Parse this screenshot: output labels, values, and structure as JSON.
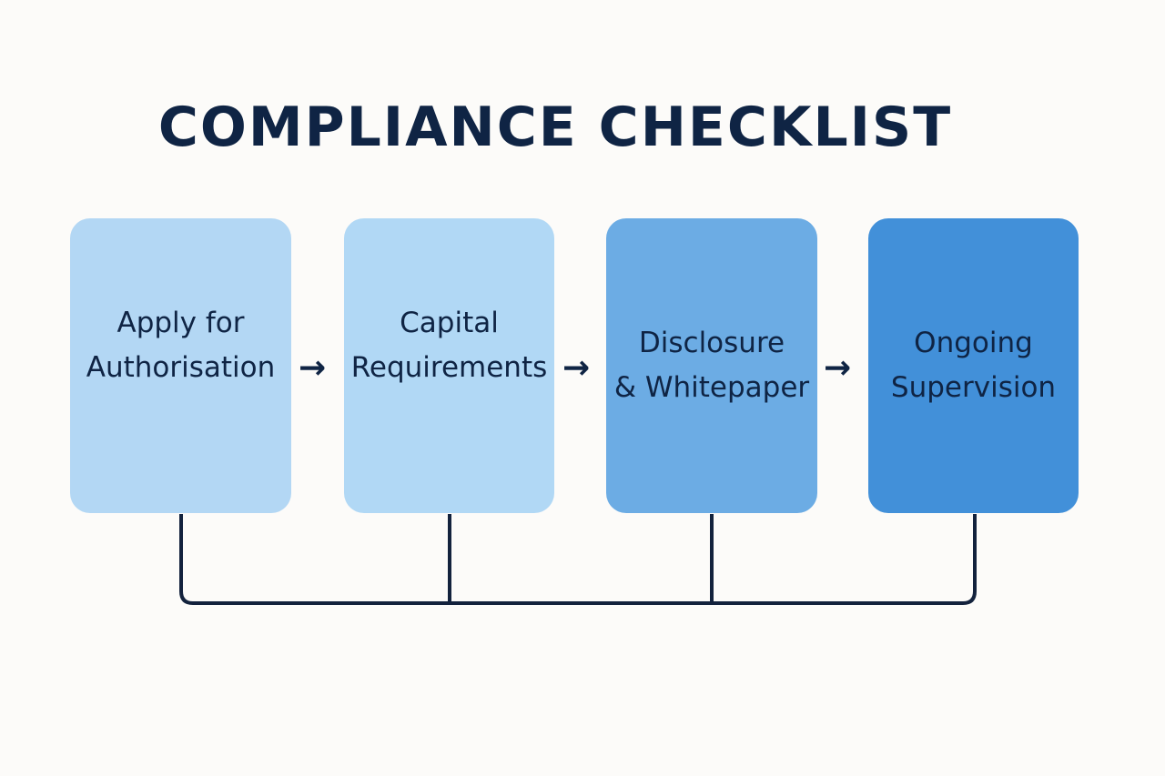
{
  "title": "COMPLIANCE CHECKLIST",
  "steps": [
    {
      "label": "Apply for\nAuthorisation",
      "color": "#b3d7f4"
    },
    {
      "label": "Capital\nRequirements",
      "color": "#b1d8f5"
    },
    {
      "label": "Disclosure\n& Whitepaper",
      "color": "#6cace4"
    },
    {
      "label": "Ongoing\nSupervision",
      "color": "#4290d9"
    }
  ],
  "arrows": [
    "→",
    "→",
    "→"
  ],
  "colors": {
    "text": "#0f2444",
    "connector": "#13223d",
    "background": "#fcfbf9"
  }
}
